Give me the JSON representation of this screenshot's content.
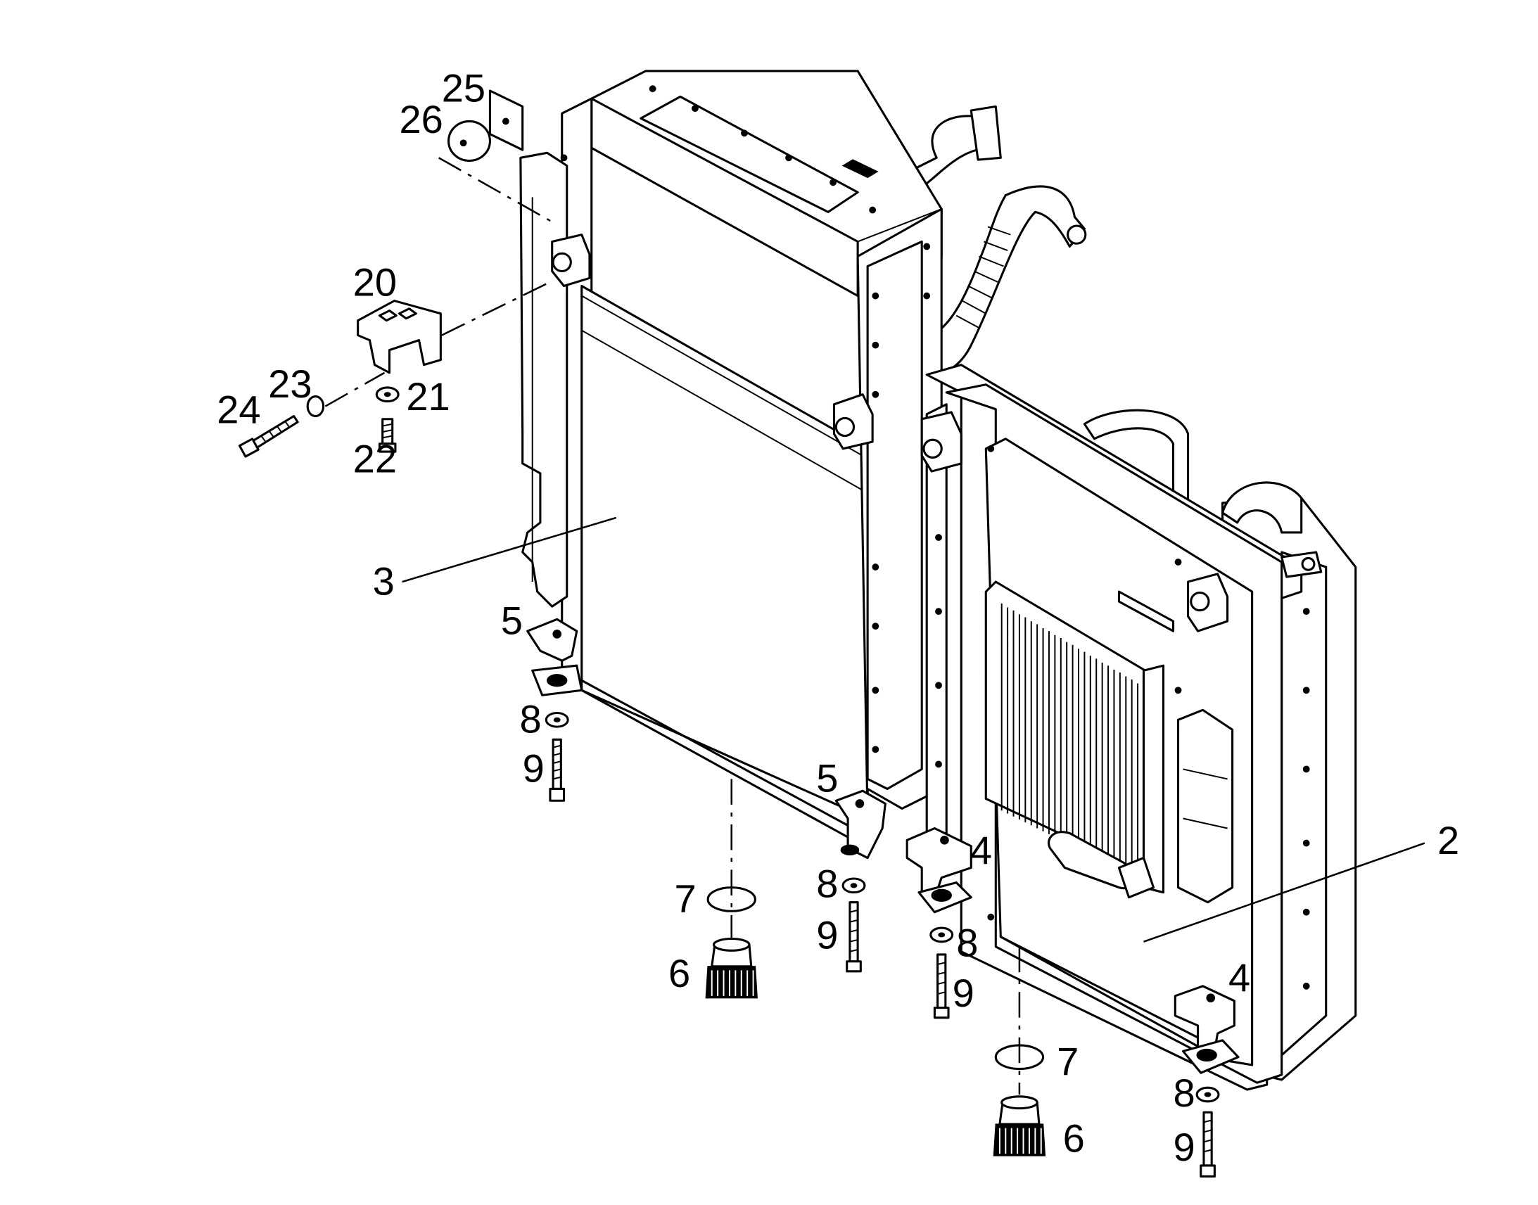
{
  "diagram": {
    "type": "exploded-parts-view",
    "subject": "radiator and condenser cooling package",
    "callouts": [
      {
        "id": "c25",
        "text": "25"
      },
      {
        "id": "c26",
        "text": "26"
      },
      {
        "id": "c20",
        "text": "20"
      },
      {
        "id": "c23",
        "text": "23"
      },
      {
        "id": "c21",
        "text": "21"
      },
      {
        "id": "c24",
        "text": "24"
      },
      {
        "id": "c22",
        "text": "22"
      },
      {
        "id": "c3",
        "text": "3"
      },
      {
        "id": "c5a",
        "text": "5"
      },
      {
        "id": "c8a",
        "text": "8"
      },
      {
        "id": "c9a",
        "text": "9"
      },
      {
        "id": "c5b",
        "text": "5"
      },
      {
        "id": "c8b",
        "text": "8"
      },
      {
        "id": "c9b",
        "text": "9"
      },
      {
        "id": "c7a",
        "text": "7"
      },
      {
        "id": "c6a",
        "text": "6"
      },
      {
        "id": "c4a",
        "text": "4"
      },
      {
        "id": "c8c",
        "text": "8"
      },
      {
        "id": "c9c",
        "text": "9"
      },
      {
        "id": "c2",
        "text": "2"
      },
      {
        "id": "c4b",
        "text": "4"
      },
      {
        "id": "c7b",
        "text": "7"
      },
      {
        "id": "c6b",
        "text": "6"
      },
      {
        "id": "c8d",
        "text": "8"
      },
      {
        "id": "c9d",
        "text": "9"
      }
    ]
  }
}
